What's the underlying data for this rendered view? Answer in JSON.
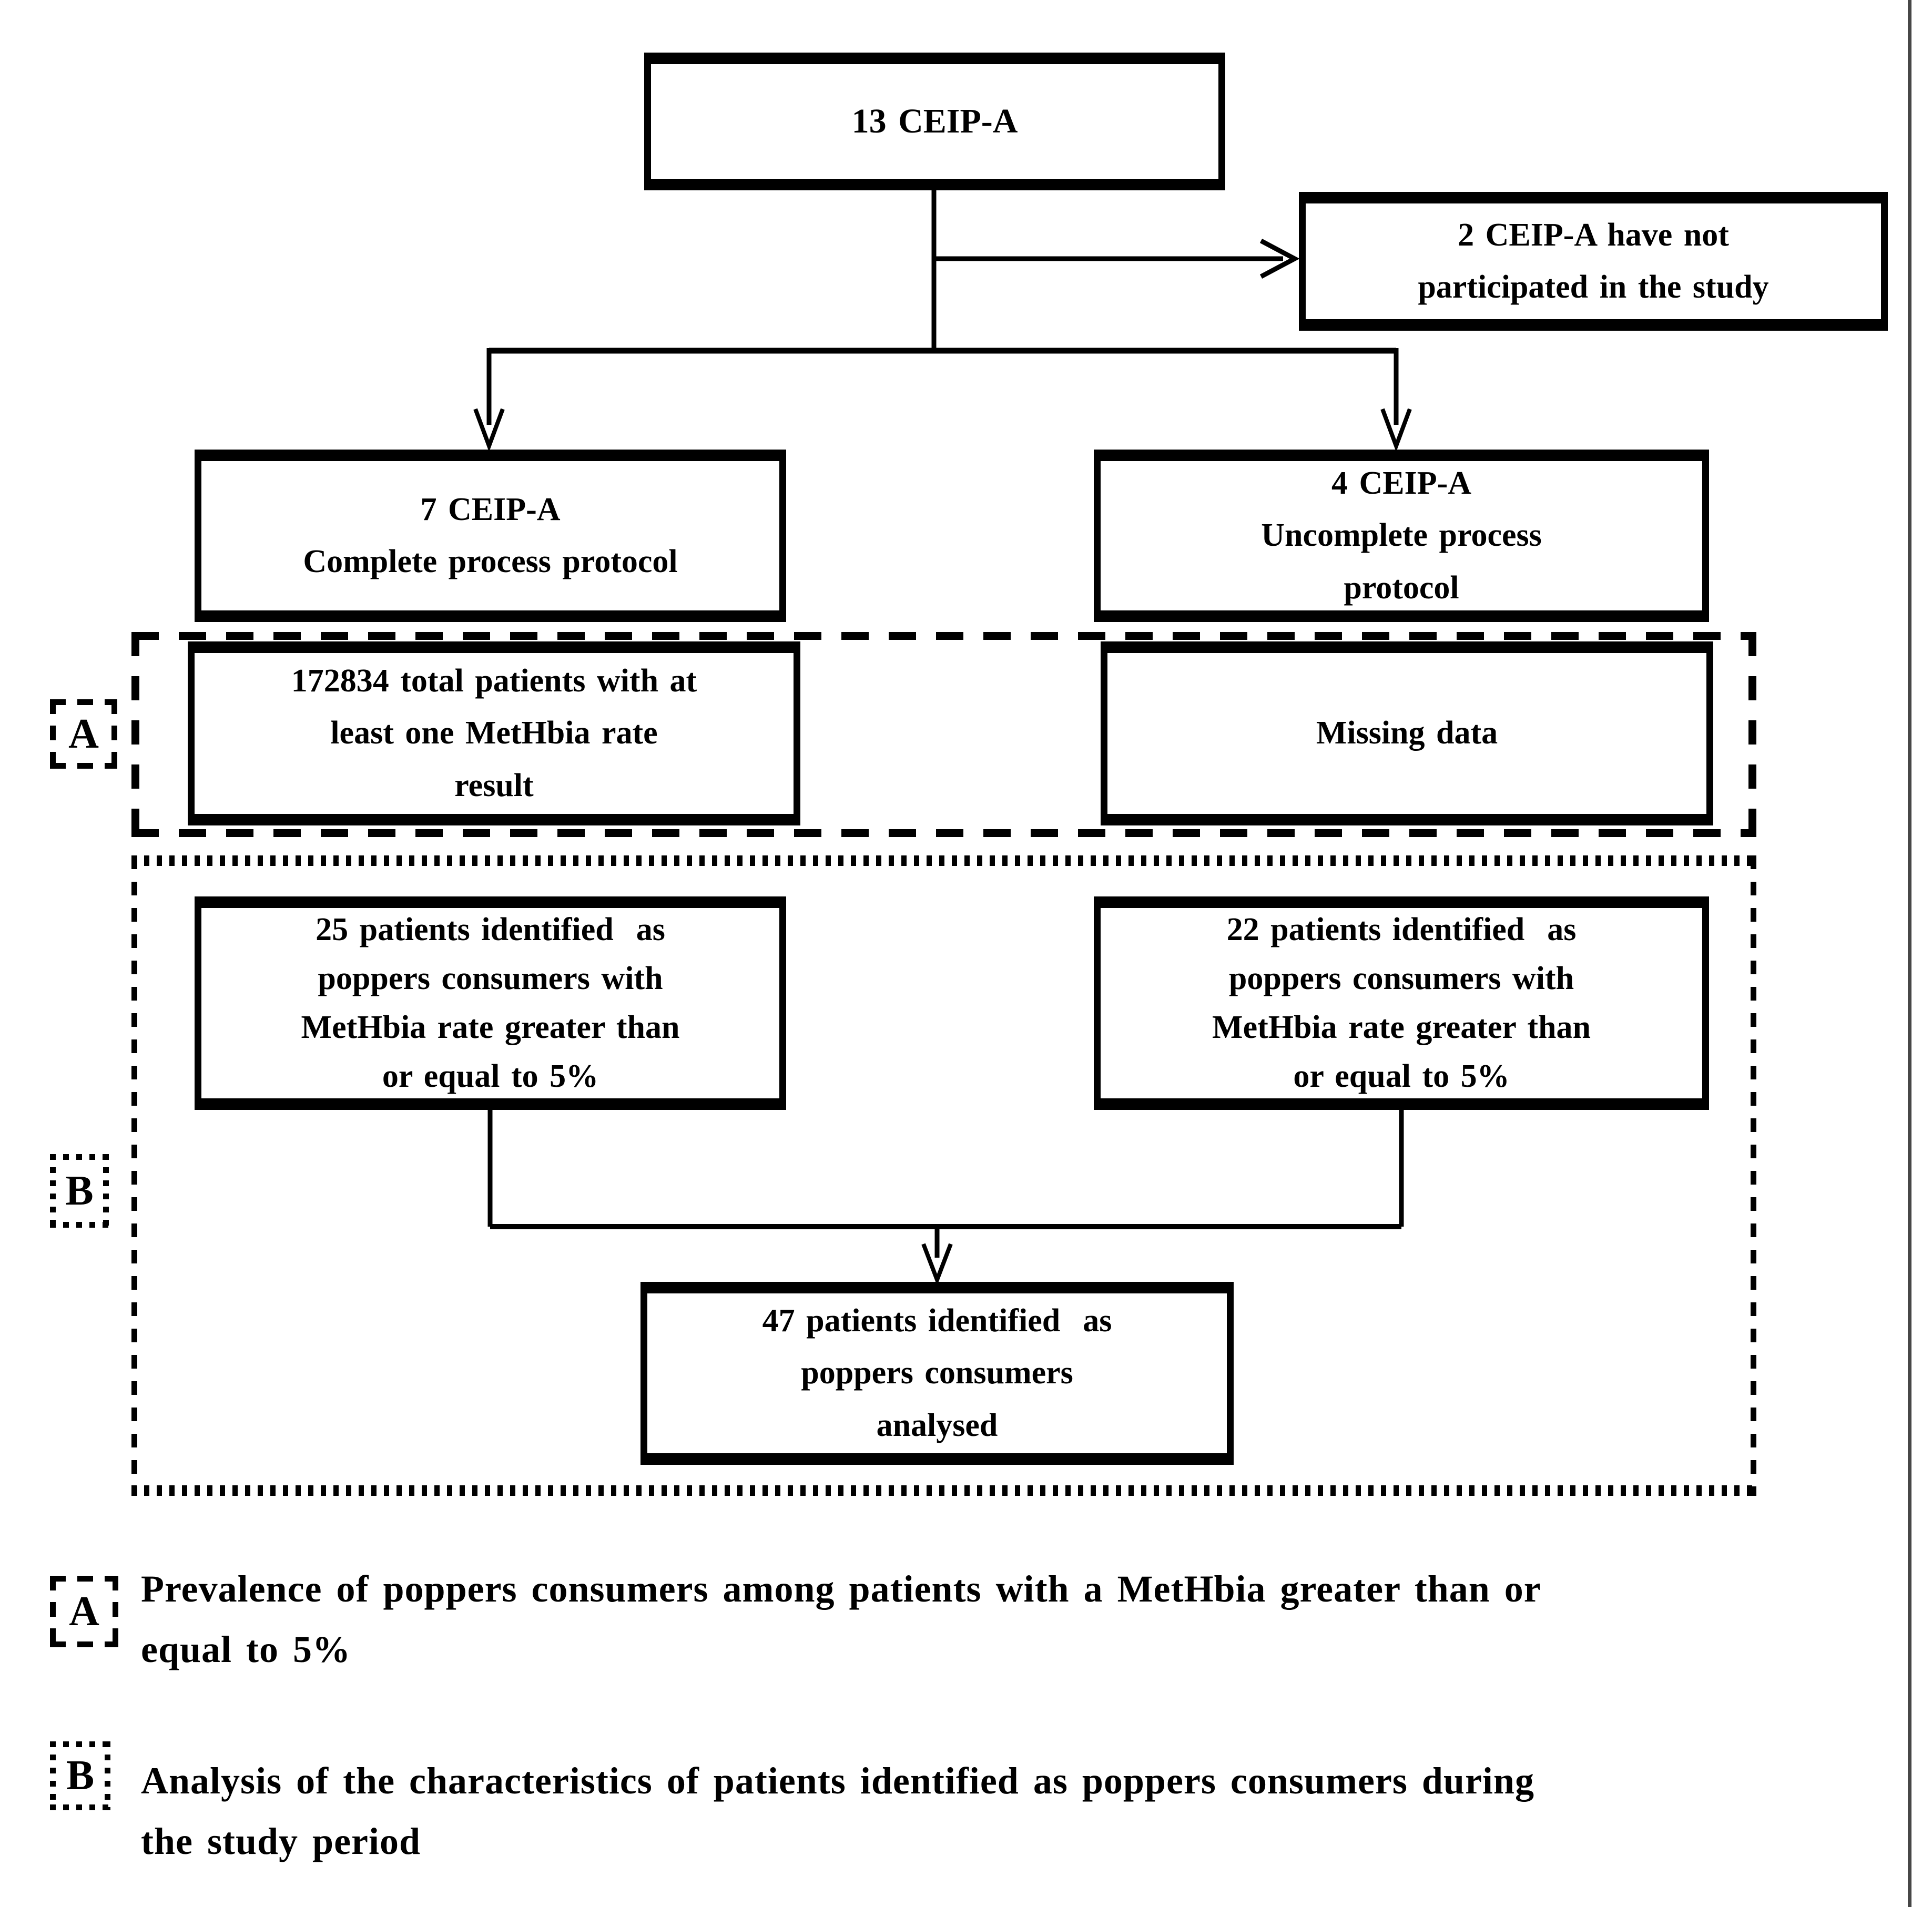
{
  "diagram": {
    "top_box": "13 CEIP-A",
    "not_participated_box": "2 CEIP-A have not\nparticipated in the study",
    "complete_box": "7 CEIP-A\nComplete process protocol",
    "uncomplete_box": "4 CEIP-A\nUncomplete process\nprotocol",
    "total_patients_box": "172834 total patients with at\nleast one MetHbia rate\nresult",
    "missing_data_box": "Missing data",
    "patients25_box": "25 patients identified  as\npoppers consumers with\nMetHbia rate greater than\nor equal to 5%",
    "patients22_box": "22 patients identified  as\npoppers consumers with\nMetHbia rate greater than\nor equal to 5%",
    "analysed_box": "47 patients identified  as\npoppers consumers\nanalysed",
    "region_a_label": "A",
    "region_b_label": "B"
  },
  "legend": {
    "a_label": "A",
    "a_text": "Prevalence of poppers consumers among patients with a MetHbia greater than or\nequal to 5%",
    "b_label": "B",
    "b_text": "Analysis of the characteristics of patients identified as poppers consumers during\nthe study period"
  },
  "colors": {
    "line": "#000000",
    "background": "#ffffff",
    "page_edge": "#474747"
  }
}
